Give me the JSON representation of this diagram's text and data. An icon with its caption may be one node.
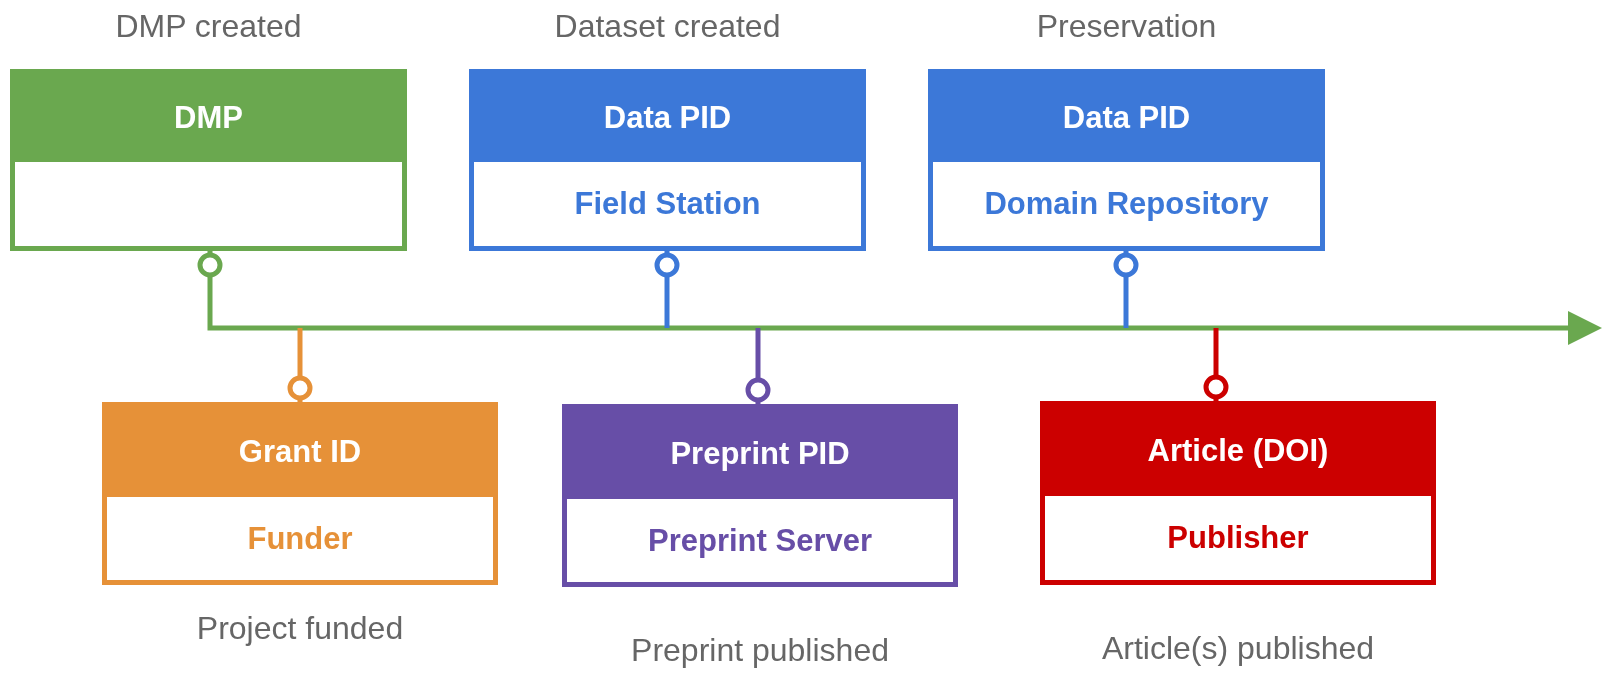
{
  "diagram": {
    "nodes": [
      {
        "text": [
          "DMP"
        ],
        "beside": [
          "DMP created"
        ]
      },
      {
        "text": [
          "Data PID",
          "Field Station"
        ],
        "beside": [
          "Dataset created"
        ]
      },
      {
        "text": [
          "Data PID",
          "Domain Repository"
        ],
        "beside": [
          "Preservation"
        ]
      },
      {
        "text": [
          "Grant ID",
          "Funder"
        ],
        "beside": [
          "Project funded"
        ]
      },
      {
        "text": [
          "Preprint PID",
          "Preprint Server"
        ],
        "beside": [
          "Preprint published"
        ]
      },
      {
        "text": [
          "Article (DOI)",
          "Publisher"
        ],
        "beside": [
          "Article(s) published"
        ]
      }
    ],
    "edges": [
      {
        "from": 0,
        "to": null,
        "arrow": "to",
        "color": "#6aa84f"
      },
      {
        "from": 1,
        "to": null,
        "arrow": "other",
        "color": "#3c78d8"
      },
      {
        "from": 2,
        "to": null,
        "arrow": "other",
        "color": "#3c78d8"
      },
      {
        "from": 3,
        "to": null,
        "arrow": "other",
        "color": "#e69138"
      },
      {
        "from": 4,
        "to": null,
        "arrow": "other",
        "color": "#674ea7"
      },
      {
        "from": 5,
        "to": null,
        "arrow": "other",
        "color": "#cc0000"
      }
    ]
  }
}
